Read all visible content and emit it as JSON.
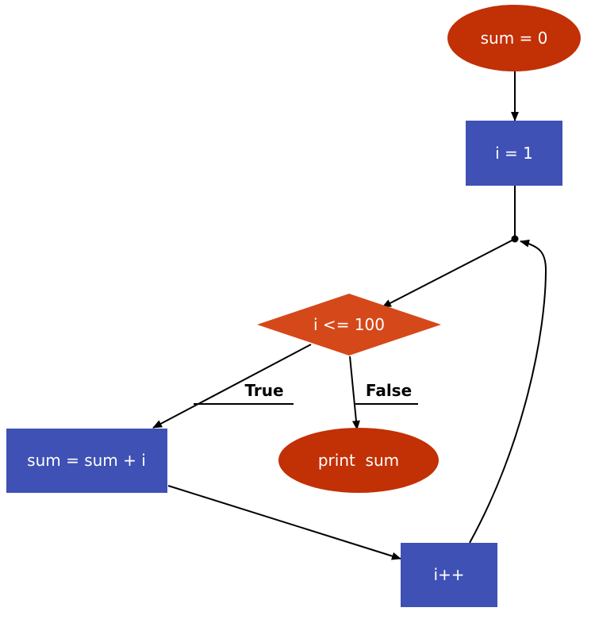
{
  "colors": {
    "terminal": "#C23005",
    "process": "#3F51B5",
    "decision": "#D5481A",
    "edge": "#000000",
    "label_text": "#FFFFFF"
  },
  "nodes": {
    "start": {
      "label": "sum = 0",
      "shape": "ellipse"
    },
    "init": {
      "label": "i = 1",
      "shape": "rectangle"
    },
    "condition": {
      "label": "i <= 100",
      "shape": "diamond"
    },
    "body": {
      "label": "sum = sum + i",
      "shape": "rectangle"
    },
    "output": {
      "label": "print  sum",
      "shape": "ellipse"
    },
    "increment": {
      "label": "i++",
      "shape": "rectangle"
    }
  },
  "edges": {
    "true_label": "True",
    "false_label": "False"
  }
}
